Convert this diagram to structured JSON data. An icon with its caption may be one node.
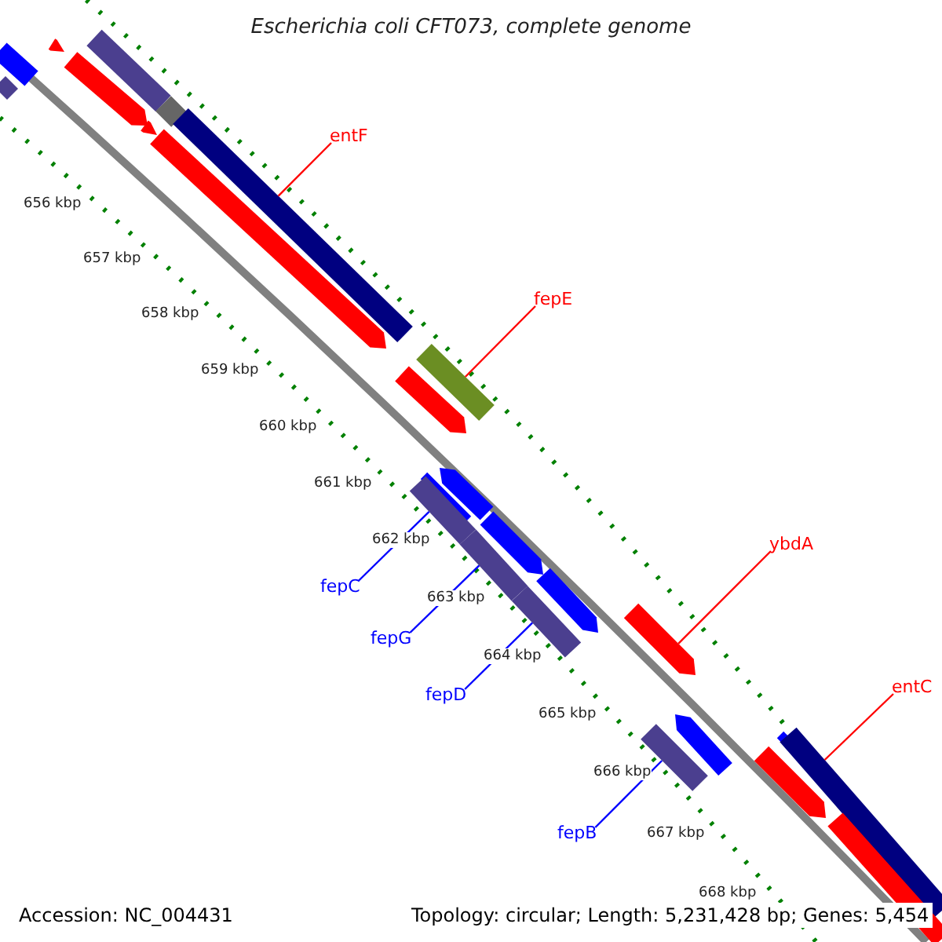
{
  "diagram": {
    "title": "Escherichia coli CFT073, complete genome",
    "nodes": [
      {
        "text": [
          "entF"
        ]
      },
      {
        "text": [],
        "shape": "bar"
      },
      {
        "text": [
          "fepE"
        ]
      },
      {
        "text": [],
        "shape": "bar"
      },
      {
        "text": [
          "ybdA"
        ]
      },
      {
        "text": [],
        "shape": "bar"
      },
      {
        "text": [
          "entC"
        ]
      },
      {
        "text": [],
        "shape": "bar"
      },
      {
        "text": [
          "fepC"
        ]
      },
      {
        "text": [],
        "shape": "bar"
      },
      {
        "text": [
          "fepG"
        ]
      },
      {
        "text": [],
        "shape": "bar"
      },
      {
        "text": [
          "fepD"
        ]
      },
      {
        "text": [],
        "shape": "bar"
      },
      {
        "text": [
          "fepB"
        ]
      },
      {
        "text": [],
        "shape": "bar"
      },
      {
        "text": [],
        "shape": "bar"
      },
      {
        "text": [],
        "shape": "bar"
      }
    ],
    "edges": [
      {
        "from": 0,
        "to": 1,
        "arrow": "none"
      },
      {
        "from": 2,
        "to": 3,
        "arrow": "none"
      },
      {
        "from": 4,
        "to": 5,
        "arrow": "none"
      },
      {
        "from": 6,
        "to": 7,
        "arrow": "none"
      },
      {
        "from": 8,
        "to": 9,
        "arrow": "none",
        "color": "#0000ff"
      },
      {
        "from": 10,
        "to": 11,
        "arrow": "none",
        "color": "#0000ff"
      },
      {
        "from": 12,
        "to": 13,
        "arrow": "none",
        "color": "#0000ff"
      },
      {
        "from": 14,
        "to": 15,
        "arrow": "none",
        "color": "#0000ff"
      }
    ],
    "labels": [
      "656 kbp",
      "657 kbp",
      "658 kbp",
      "659 kbp",
      "660 kbp",
      "661 kbp",
      "662 kbp",
      "663 kbp",
      "664 kbp",
      "665 kbp",
      "666 kbp",
      "667 kbp",
      "668 kbp",
      "Accession: NC_004431",
      "Topology: circular; Length: 5,231,428 bp; Genes: 5,454"
    ]
  }
}
